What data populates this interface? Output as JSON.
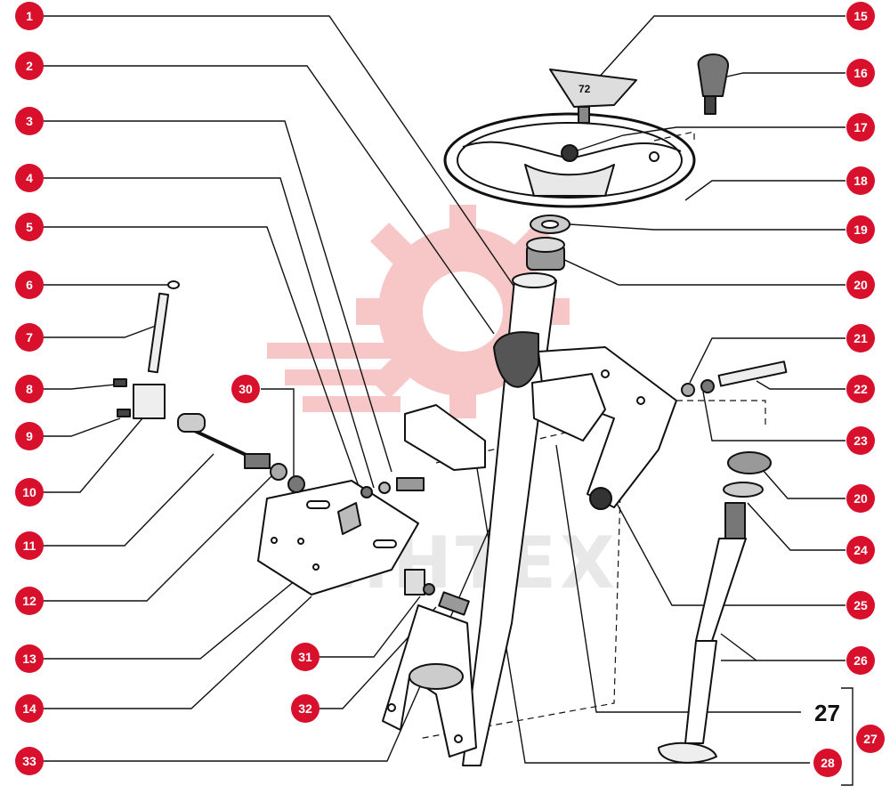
{
  "colors": {
    "callout": "#d8102c",
    "ink": "#111111",
    "watermark": "#f29a9a",
    "watermark_text": "#d6d6d6"
  },
  "watermark": {
    "text": "ИНТЕХ",
    "icon": "gear-logo-icon"
  },
  "assembly_ref": "27",
  "callouts": {
    "c1": "1",
    "c2": "2",
    "c3": "3",
    "c4": "4",
    "c5": "5",
    "c6": "6",
    "c7": "7",
    "c8": "8",
    "c9": "9",
    "c10": "10",
    "c11": "11",
    "c12": "12",
    "c13": "13",
    "c14": "14",
    "c15": "15",
    "c16": "16",
    "c17": "17",
    "c18": "18",
    "c19": "19",
    "c20a": "20",
    "c20b": "20",
    "c21": "21",
    "c22": "22",
    "c23": "23",
    "c24": "24",
    "c25": "25",
    "c26": "26",
    "c27": "27",
    "c28": "28",
    "c30": "30",
    "c31": "31",
    "c32": "32",
    "c33": "33"
  }
}
